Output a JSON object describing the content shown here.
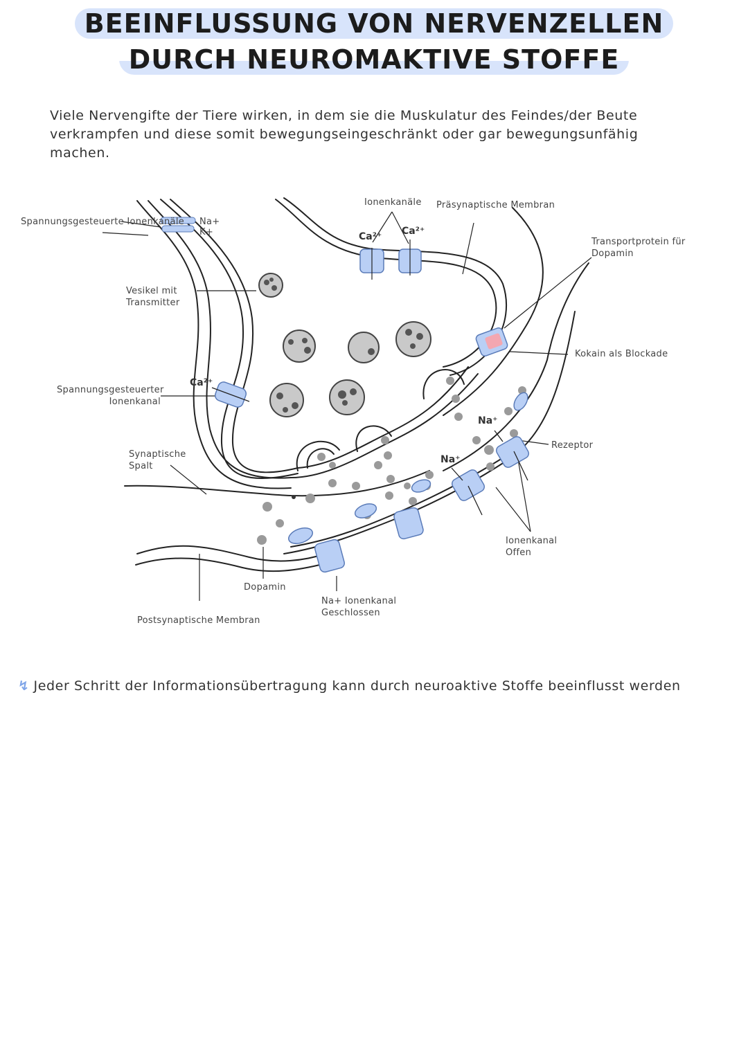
{
  "title": {
    "line1": "BEEINFLUSSUNG VON NERVENZELLEN",
    "line2": "DURCH NEUROMAKTIVE STOFFE"
  },
  "intro": "Viele Nervengifte der Tiere wirken, in dem sie die Muskulatur des Feindes/der Beute verkrampfen und diese somit bewegungseingeschränkt oder gar bewegungsunfähig machen.",
  "labels": {
    "spannungsgesteuerte_ionenkanaele": "Spannungsgesteuerte Ionenkanäle",
    "na_plus": "Na+",
    "k_plus": "K+",
    "vesikel": "Vesikel mit Transmitter",
    "spannungsgesteuerter_ionenkanal": "Spannungsgesteuerter Ionenkanal",
    "synaptische_spalt": "Synaptische Spalt",
    "ionenkanaele_top": "Ionenkanäle",
    "praesynaptische_membran": "Präsynaptische Membran",
    "transportprotein": "Transportprotein für Dopamin",
    "kokain": "Kokain als Blockade",
    "rezeptor": "Rezeptor",
    "ionenkanal_offen": "Ionenkanal Offen",
    "na_ionenkanal_geschlossen": "Na+ Ionenkanal Geschlossen",
    "dopamin": "Dopamin",
    "postsynaptische_membran": "Postsynaptische Membran"
  },
  "ions": {
    "ca1": "Ca²⁺",
    "ca2": "Ca²⁺",
    "ca3": "Ca²⁺",
    "na1": "Na⁺",
    "na2": "Na⁺"
  },
  "footer": "Jeder Schritt der Informationsübertragung kann durch neuroaktive Stoffe beeinflusst werden",
  "icons": {
    "footer_bullet": "lightning-icon"
  },
  "colors": {
    "highlight": "#d8e4fb",
    "channel": "#b9cff5",
    "blocker": "#f3a7b1",
    "vesicle": "#c9c9c9",
    "dot": "#9a9a9a"
  }
}
